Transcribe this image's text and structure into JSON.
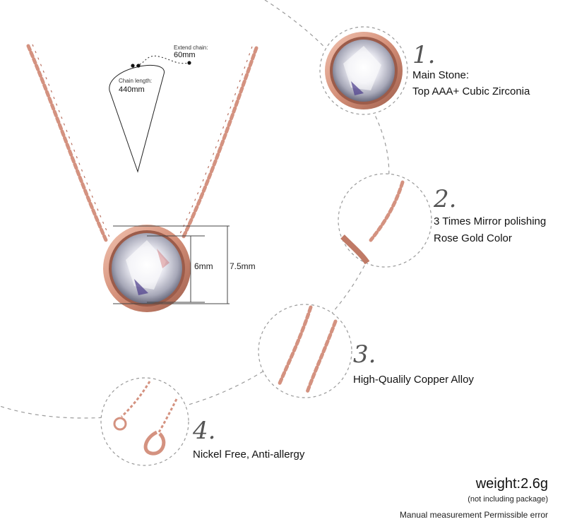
{
  "chain_diagram": {
    "extend_label": "Extend chain:",
    "extend_value": "60mm",
    "length_label": "Chain length:",
    "length_value": "440mm"
  },
  "pendant_dims": {
    "inner": "6mm",
    "outer": "7.5mm"
  },
  "features": [
    {
      "number": "1.",
      "line1": "Main Stone:",
      "line2": "Top AAA+ Cubic Zirconia"
    },
    {
      "number": "2.",
      "line1": "3 Times Mirror polishing",
      "line2": "Rose Gold Color"
    },
    {
      "number": "3.",
      "line1": "High-Qualily Copper Alloy"
    },
    {
      "number": "4.",
      "line1": "Nickel Free, Anti-allergy"
    }
  ],
  "footer": {
    "weight": "weight:2.6g",
    "note": "(not including package)",
    "disclaimer": "Manual measurement Permissible error"
  },
  "colors": {
    "rose_gold": "#d99a86",
    "rose_gold_dark": "#b5705c",
    "dashed_line": "#9a9a9a"
  }
}
